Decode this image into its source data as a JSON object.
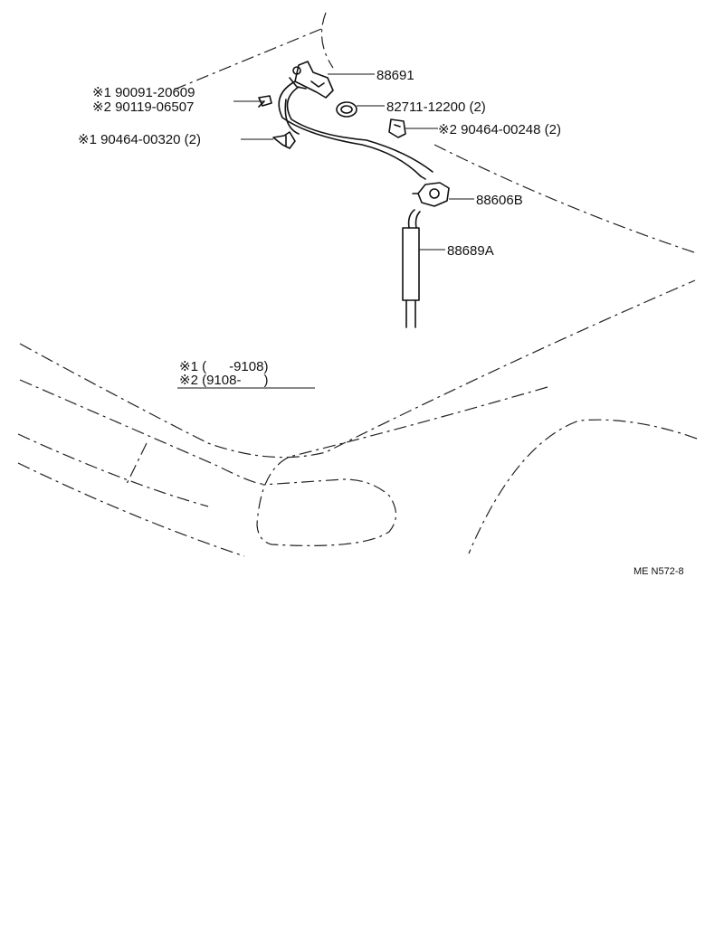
{
  "labels": {
    "p88691": "88691",
    "p90091": "※1 90091-20609",
    "p90119": "※2 90119-06507",
    "p82711": "82711-12200 (2)",
    "p90464_248": "※2 90464-00248 (2)",
    "p90464_320": "※1 90464-00320 (2)",
    "p88606b": "88606B",
    "p88689a": "88689A"
  },
  "legend": {
    "row1": "※1 (      -9108)",
    "row2": "※2 (9108-      )"
  },
  "ref_code": "ME N572-8"
}
